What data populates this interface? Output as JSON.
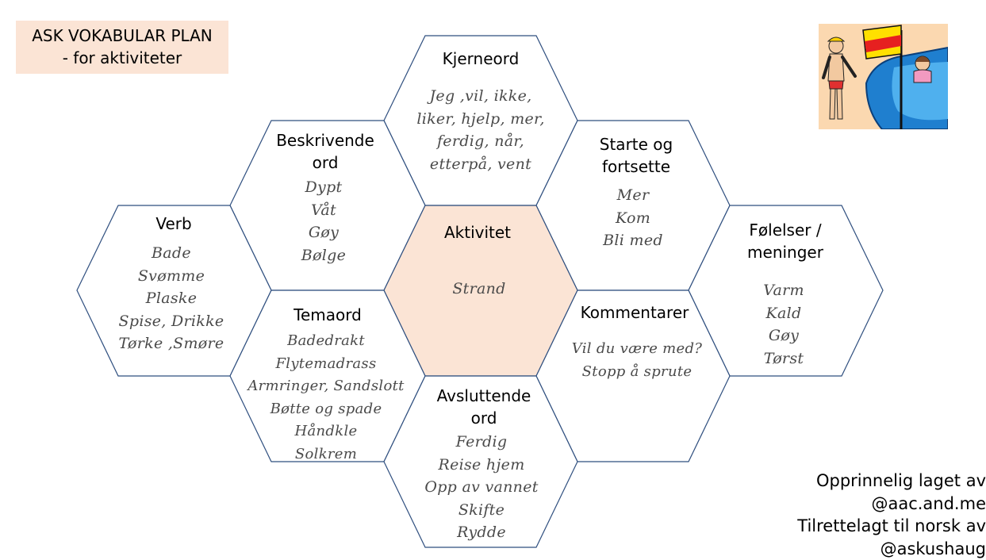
{
  "title": {
    "line1": "ASK VOKABULAR PLAN",
    "line2": "- for aktiviteter"
  },
  "colors": {
    "center_fill": "#fbe4d5",
    "hex_stroke": "#2f4f7f",
    "title_fill": "#fbe4d5"
  },
  "hexes": {
    "kjerneord": {
      "head": [
        "Kjerneord"
      ],
      "words": [
        "Jeg ,vil, ikke,",
        "liker, hjelp, mer,",
        "ferdig, når,",
        "etterpå, vent"
      ]
    },
    "beskrivende": {
      "head": [
        "Beskrivende",
        "ord"
      ],
      "words": [
        "Dypt",
        "Våt",
        "Gøy",
        "Bølge"
      ]
    },
    "starte": {
      "head": [
        "Starte og",
        "fortsette"
      ],
      "words": [
        "Mer",
        "Kom",
        "Bli med"
      ]
    },
    "verb": {
      "head": [
        "Verb"
      ],
      "words": [
        "Bade",
        "Svømme",
        "Plaske",
        "Spise, Drikke",
        "Tørke ,Smøre"
      ]
    },
    "aktivitet": {
      "head": [
        "Aktivitet"
      ],
      "words": [
        "Strand"
      ]
    },
    "folelser": {
      "head": [
        "Følelser  /",
        "meninger"
      ],
      "words": [
        "Varm",
        "Kald",
        "Gøy",
        "Tørst"
      ]
    },
    "temaord": {
      "head": [
        "Temaord"
      ],
      "words": [
        "Badedrakt",
        "Flytemadrass",
        "Armringer, Sandslott",
        "Bøtte og spade",
        "Håndkle",
        "Solkrem"
      ]
    },
    "kommentarer": {
      "head": [
        "Kommentarer"
      ],
      "words": [
        "Vil du være med?",
        "Stopp å sprute"
      ]
    },
    "avsluttende": {
      "head": [
        "Avsluttende",
        "ord"
      ],
      "words": [
        "Ferdig",
        "Reise hjem",
        "Opp av vannet",
        "Skifte",
        "Rydde"
      ]
    }
  },
  "credits": [
    "Opprinnelig laget av",
    "@aac.and.me",
    "Tilrettelagt til norsk av",
    "@askushaug"
  ],
  "image": {
    "icon": "beach-lifeguard-icon"
  }
}
